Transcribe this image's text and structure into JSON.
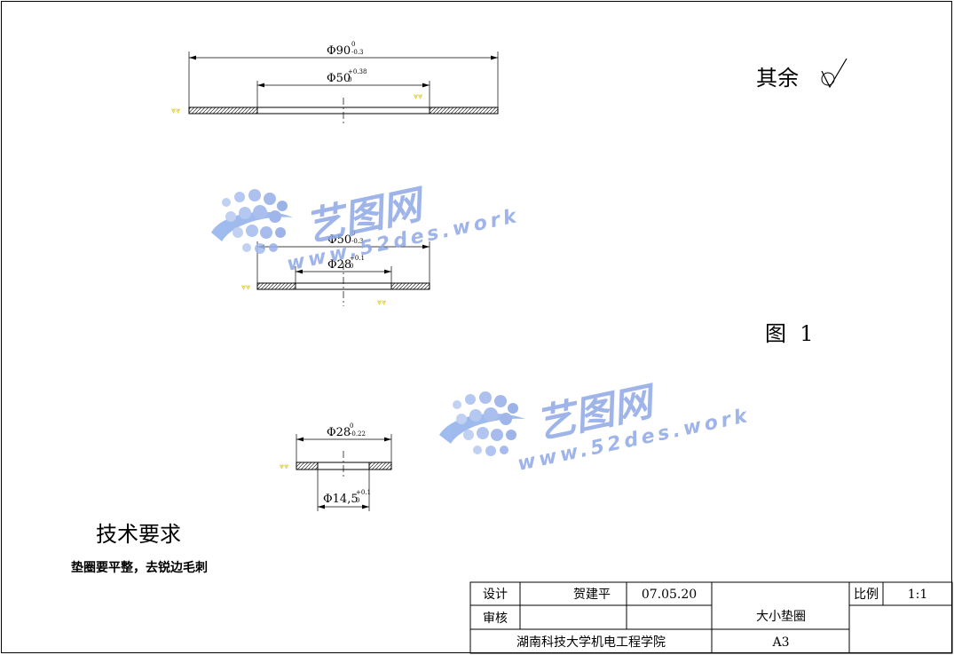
{
  "drawing": {
    "parts": [
      {
        "outer_dim": "Φ90",
        "outer_tol_upper": "0",
        "outer_tol_lower": "-0.3",
        "inner_dim": "Φ50",
        "inner_tol_upper": "+0.38",
        "inner_tol_lower": "0"
      },
      {
        "outer_dim": "Φ50",
        "outer_tol_upper": "0",
        "outer_tol_lower": "-0.3",
        "inner_dim": "Φ28",
        "inner_tol_upper": "+0.1",
        "inner_tol_lower": "0"
      },
      {
        "outer_dim": "Φ28",
        "outer_tol_upper": "0",
        "outer_tol_lower": "-0.22",
        "inner_dim": "Φ14,5",
        "inner_tol_upper": "+0.1",
        "inner_tol_lower": "0"
      }
    ],
    "surface_note": "其余",
    "figure_label": "图  1"
  },
  "requirements": {
    "heading": "技术要求",
    "text": "垫圈要平整，去锐边毛刺"
  },
  "title_block": {
    "design_label": "设计",
    "designer": "贺建平",
    "date": "07.05.20",
    "review_label": "审核",
    "drawing_name": "大小垫圈",
    "scale_label": "比例",
    "scale_value": "1:1",
    "institution": "湖南科技大学机电工程学院",
    "sheet_size": "A3"
  },
  "watermark": {
    "brand": "艺图网",
    "url": "www.52des.work",
    "color": "#7f9be0"
  }
}
